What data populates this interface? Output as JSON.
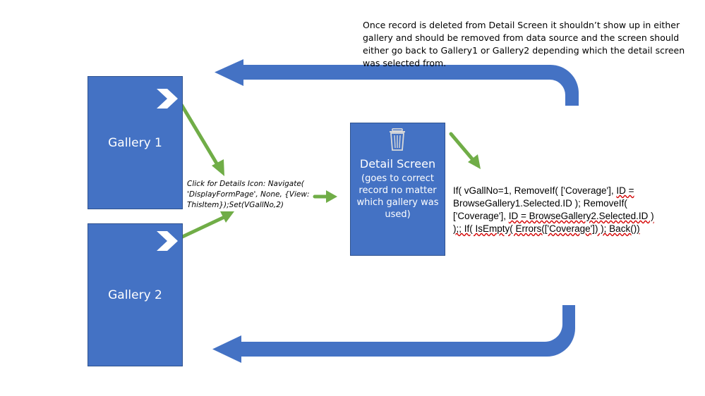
{
  "colors": {
    "box_fill": "#4472c4",
    "box_border": "#2f528f",
    "arrow_blue": "#4472c4",
    "arrow_green": "#70ad47",
    "squiggle_red": "#d40000"
  },
  "icons": {
    "gallery1_chevron": "chevron-right-icon",
    "gallery2_chevron": "chevron-right-icon",
    "detail_trash": "trash-icon"
  },
  "top_note": "Once record is deleted from Detail Screen it shouldn’t show up in either gallery and should be removed from data source and the screen should either go back to Gallery1 or Gallery2 depending which the detail screen was selected from.",
  "gallery1": {
    "label": "Gallery 1"
  },
  "gallery2": {
    "label": "Gallery 2"
  },
  "click_note": "Click for Details Icon:  Navigate( 'DisplayFormPage', None, {View: ThisItem});Set(VGallNo,2)",
  "detail": {
    "title": "Detail Screen",
    "subtitle": "(goes to correct record no matter which gallery was used)"
  },
  "formula": {
    "p1": "If( vGallNo=1, RemoveIf( ['Coverage'], ",
    "u1": "ID =",
    "p2": " BrowseGallery1.Selected.ID ); RemoveIf( ['Coverage'], ",
    "u2": "ID = BrowseGallery2.Selected.ID ) );; If( IsEmpty( Errors(['Coverage']) ); Back())"
  }
}
